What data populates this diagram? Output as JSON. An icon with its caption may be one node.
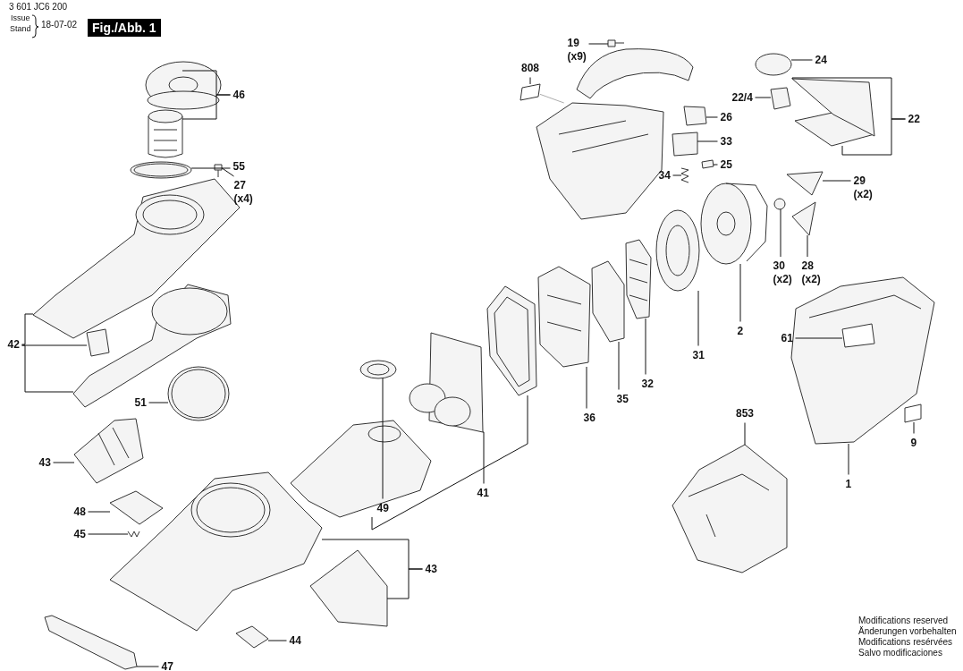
{
  "diagram": {
    "nodes": [
      {
        "text": [
          "19 (x9)"
        ]
      },
      {
        "text": [
          "808"
        ]
      },
      {
        "text": [
          "24"
        ]
      },
      {
        "text": [
          "46"
        ]
      },
      {
        "text": [
          "22/4"
        ]
      },
      {
        "text": [
          "26"
        ]
      },
      {
        "text": [
          "22"
        ]
      },
      {
        "text": [
          "33"
        ]
      },
      {
        "text": [
          "55"
        ]
      },
      {
        "text": [
          "25"
        ]
      },
      {
        "text": [
          "34"
        ]
      },
      {
        "text": [
          "27 (x4)"
        ]
      },
      {
        "text": [
          "29 (x2)"
        ]
      },
      {
        "text": [
          "30 (x2)"
        ]
      },
      {
        "text": [
          "28 (x2)"
        ]
      },
      {
        "text": [
          "2"
        ]
      },
      {
        "text": [
          "61"
        ]
      },
      {
        "text": [
          "42"
        ]
      },
      {
        "text": [
          "31"
        ]
      },
      {
        "text": [
          "32"
        ]
      },
      {
        "text": [
          "35"
        ]
      },
      {
        "text": [
          "51"
        ]
      },
      {
        "text": [
          "853"
        ]
      },
      {
        "text": [
          "36"
        ]
      },
      {
        "text": [
          "9"
        ]
      },
      {
        "text": [
          "43"
        ]
      },
      {
        "text": [
          "1"
        ]
      },
      {
        "text": [
          "41"
        ]
      },
      {
        "text": [
          "49"
        ]
      },
      {
        "text": [
          "48"
        ]
      },
      {
        "text": [
          "45"
        ]
      },
      {
        "text": [
          "43"
        ]
      },
      {
        "text": [
          "44"
        ]
      },
      {
        "text": [
          "47"
        ]
      },
      {
        "text": [],
        "shape": "picture"
      },
      {
        "text": [],
        "shape": "picture"
      },
      {
        "text": [],
        "shape": "picture"
      },
      {
        "text": [],
        "shape": "picture"
      },
      {
        "text": [],
        "shape": "picture"
      },
      {
        "text": [],
        "shape": "picture"
      },
      {
        "text": [],
        "shape": "picture"
      },
      {
        "text": [],
        "shape": "picture"
      },
      {
        "text": [],
        "shape": "picture"
      },
      {
        "text": [],
        "shape": "picture"
      },
      {
        "text": [],
        "shape": "picture"
      },
      {
        "text": [],
        "shape": "picture"
      },
      {
        "text": [],
        "shape": "picture"
      },
      {
        "text": [],
        "shape": "picture"
      },
      {
        "text": [],
        "shape": "picture"
      },
      {
        "text": [],
        "shape": "picture"
      },
      {
        "text": [],
        "shape": "picture"
      },
      {
        "text": [],
        "shape": "picture"
      },
      {
        "text": [],
        "shape": "picture"
      },
      {
        "text": [],
        "shape": "picture"
      },
      {
        "text": [],
        "shape": "picture"
      },
      {
        "text": [],
        "shape": "picture"
      },
      {
        "text": [],
        "shape": "picture"
      },
      {
        "text": [],
        "shape": "picture"
      },
      {
        "text": [],
        "shape": "picture"
      },
      {
        "text": [],
        "shape": "picture"
      },
      {
        "text": [],
        "shape": "picture"
      },
      {
        "text": [],
        "shape": "picture"
      },
      {
        "text": [],
        "shape": "picture"
      },
      {
        "text": [],
        "shape": "picture"
      },
      {
        "text": [],
        "shape": "picture"
      },
      {
        "text": [],
        "shape": "picture"
      },
      {
        "text": [],
        "shape": "picture"
      },
      {
        "text": [],
        "shape": "picture"
      },
      {
        "text": [],
        "shape": "picture"
      },
      {
        "text": [],
        "shape": "picture"
      },
      {
        "text": [],
        "shape": "picture"
      },
      {
        "text": [],
        "shape": "box"
      },
      {
        "text": [],
        "shape": "picture"
      },
      {
        "text": [],
        "shape": "box",
        "in": 72
      },
      {
        "text": [],
        "shape": "box"
      },
      {
        "text": [],
        "shape": "picture"
      }
    ],
    "edges": [
      {
        "from": 0,
        "to": 69,
        "arrow": "none"
      },
      {
        "from": 1,
        "to": 71,
        "arrow": "none"
      },
      {
        "from": 2,
        "to": 61,
        "arrow": "none"
      },
      {
        "from": 3,
        "to": 34,
        "arrow": "none"
      },
      {
        "from": 3,
        "to": 35,
        "arrow": "none"
      },
      {
        "from": 4,
        "to": 62,
        "arrow": "none"
      },
      {
        "from": 5,
        "to": 64,
        "arrow": "none"
      },
      {
        "from": 6,
        "to": 63,
        "arrow": "none"
      },
      {
        "from": 6,
        "to": 63,
        "arrow": "none"
      },
      {
        "from": 7,
        "to": 65,
        "arrow": "none"
      },
      {
        "from": 8,
        "to": 36,
        "arrow": "none"
      },
      {
        "from": 9,
        "to": 67,
        "arrow": "none"
      },
      {
        "from": 10,
        "to": 66,
        "arrow": "none"
      },
      {
        "from": 11,
        "to": 37,
        "arrow": "none"
      },
      {
        "from": 12,
        "to": 59,
        "arrow": "none"
      },
      {
        "from": 13,
        "to": 58,
        "arrow": "none"
      },
      {
        "from": 14,
        "to": 60,
        "arrow": "none"
      },
      {
        "from": 15,
        "to": 57,
        "arrow": "none"
      },
      {
        "from": 16,
        "to": 73,
        "arrow": "none"
      },
      {
        "from": 17,
        "to": 38,
        "arrow": "none"
      },
      {
        "from": 17,
        "to": 39,
        "arrow": "none"
      },
      {
        "from": 17,
        "to": 40,
        "arrow": "none"
      },
      {
        "from": 18,
        "to": 56,
        "arrow": "none"
      },
      {
        "from": 19,
        "to": 54,
        "arrow": "none"
      },
      {
        "from": 20,
        "to": 55,
        "arrow": "none"
      },
      {
        "from": 21,
        "to": 41,
        "arrow": "none"
      },
      {
        "from": 22,
        "to": 75,
        "arrow": "none"
      },
      {
        "from": 23,
        "to": 53,
        "arrow": "none"
      },
      {
        "from": 24,
        "to": 74,
        "arrow": "none"
      },
      {
        "from": 25,
        "to": 42,
        "arrow": "none"
      },
      {
        "from": 26,
        "to": 72,
        "arrow": "none"
      },
      {
        "from": 27,
        "to": 51,
        "arrow": "none"
      },
      {
        "from": 28,
        "to": 50,
        "arrow": "none"
      },
      {
        "from": 29,
        "to": 43,
        "arrow": "none"
      },
      {
        "from": 30,
        "to": 44,
        "arrow": "none"
      },
      {
        "from": 31,
        "to": 45,
        "arrow": "none"
      },
      {
        "from": 31,
        "to": 46,
        "arrow": "none"
      },
      {
        "from": 32,
        "to": 47,
        "arrow": "none"
      },
      {
        "from": 33,
        "to": 48,
        "arrow": "none"
      },
      {
        "from": 49,
        "to": 52,
        "arrow": "none"
      },
      {
        "from": 71,
        "to": 70,
        "arrow": "none",
        "color": "#888888"
      }
    ],
    "labels": [
      "3 601 JC6 200",
      "Issue",
      "Stand",
      "18-07-02",
      "Fig./Abb. 1",
      "Modifications reserved",
      "Änderungen vorbehalten",
      "Modifications resérvées",
      "Salvo modificaciones"
    ]
  }
}
